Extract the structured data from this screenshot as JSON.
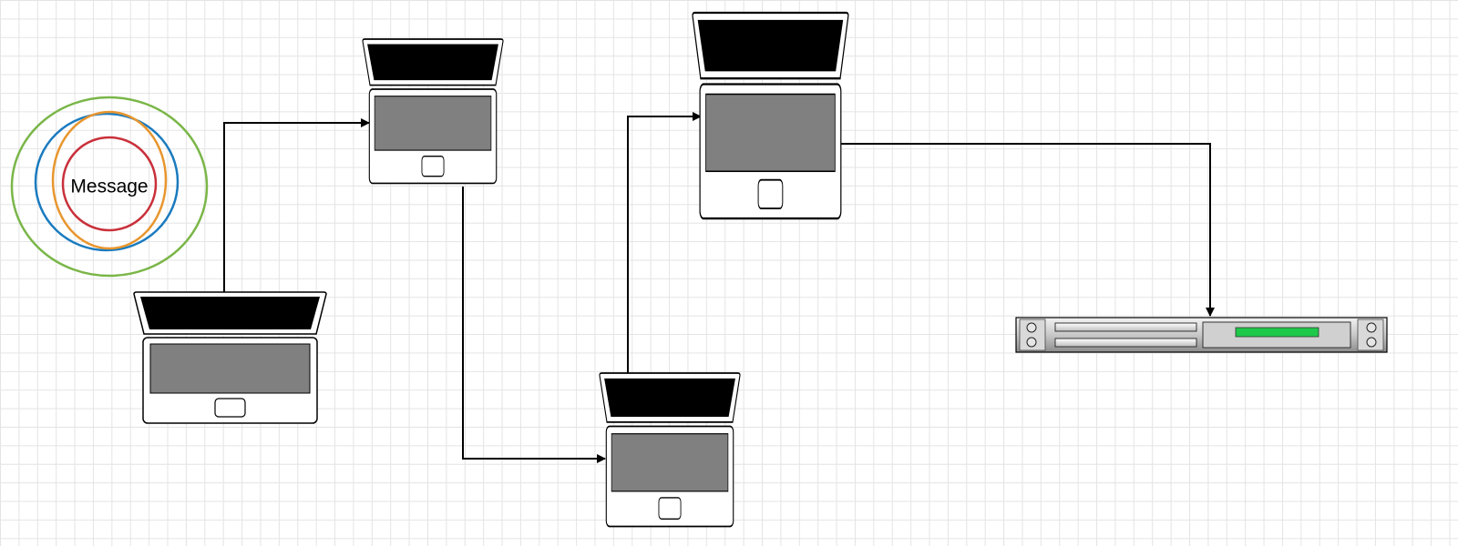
{
  "diagram": {
    "message_label": "Message",
    "colors": {
      "ring_outer": "#7ab648",
      "ring_blue": "#1a7bbf",
      "ring_orange": "#e8962e",
      "ring_red": "#c9303a",
      "screen": "#808080",
      "server_led": "#1ec94a"
    },
    "nodes": [
      {
        "id": "laptop-1",
        "type": "laptop",
        "icon": "laptop-icon"
      },
      {
        "id": "laptop-2",
        "type": "laptop",
        "icon": "laptop-icon"
      },
      {
        "id": "laptop-3",
        "type": "laptop",
        "icon": "laptop-icon"
      },
      {
        "id": "laptop-4",
        "type": "laptop",
        "icon": "laptop-icon"
      },
      {
        "id": "server-1",
        "type": "rack-server",
        "icon": "server-icon"
      }
    ],
    "edges": [
      {
        "from": "laptop-1",
        "to": "laptop-2"
      },
      {
        "from": "laptop-2",
        "to": "laptop-3"
      },
      {
        "from": "laptop-3",
        "to": "laptop-4"
      },
      {
        "from": "laptop-4",
        "to": "server-1"
      }
    ]
  }
}
